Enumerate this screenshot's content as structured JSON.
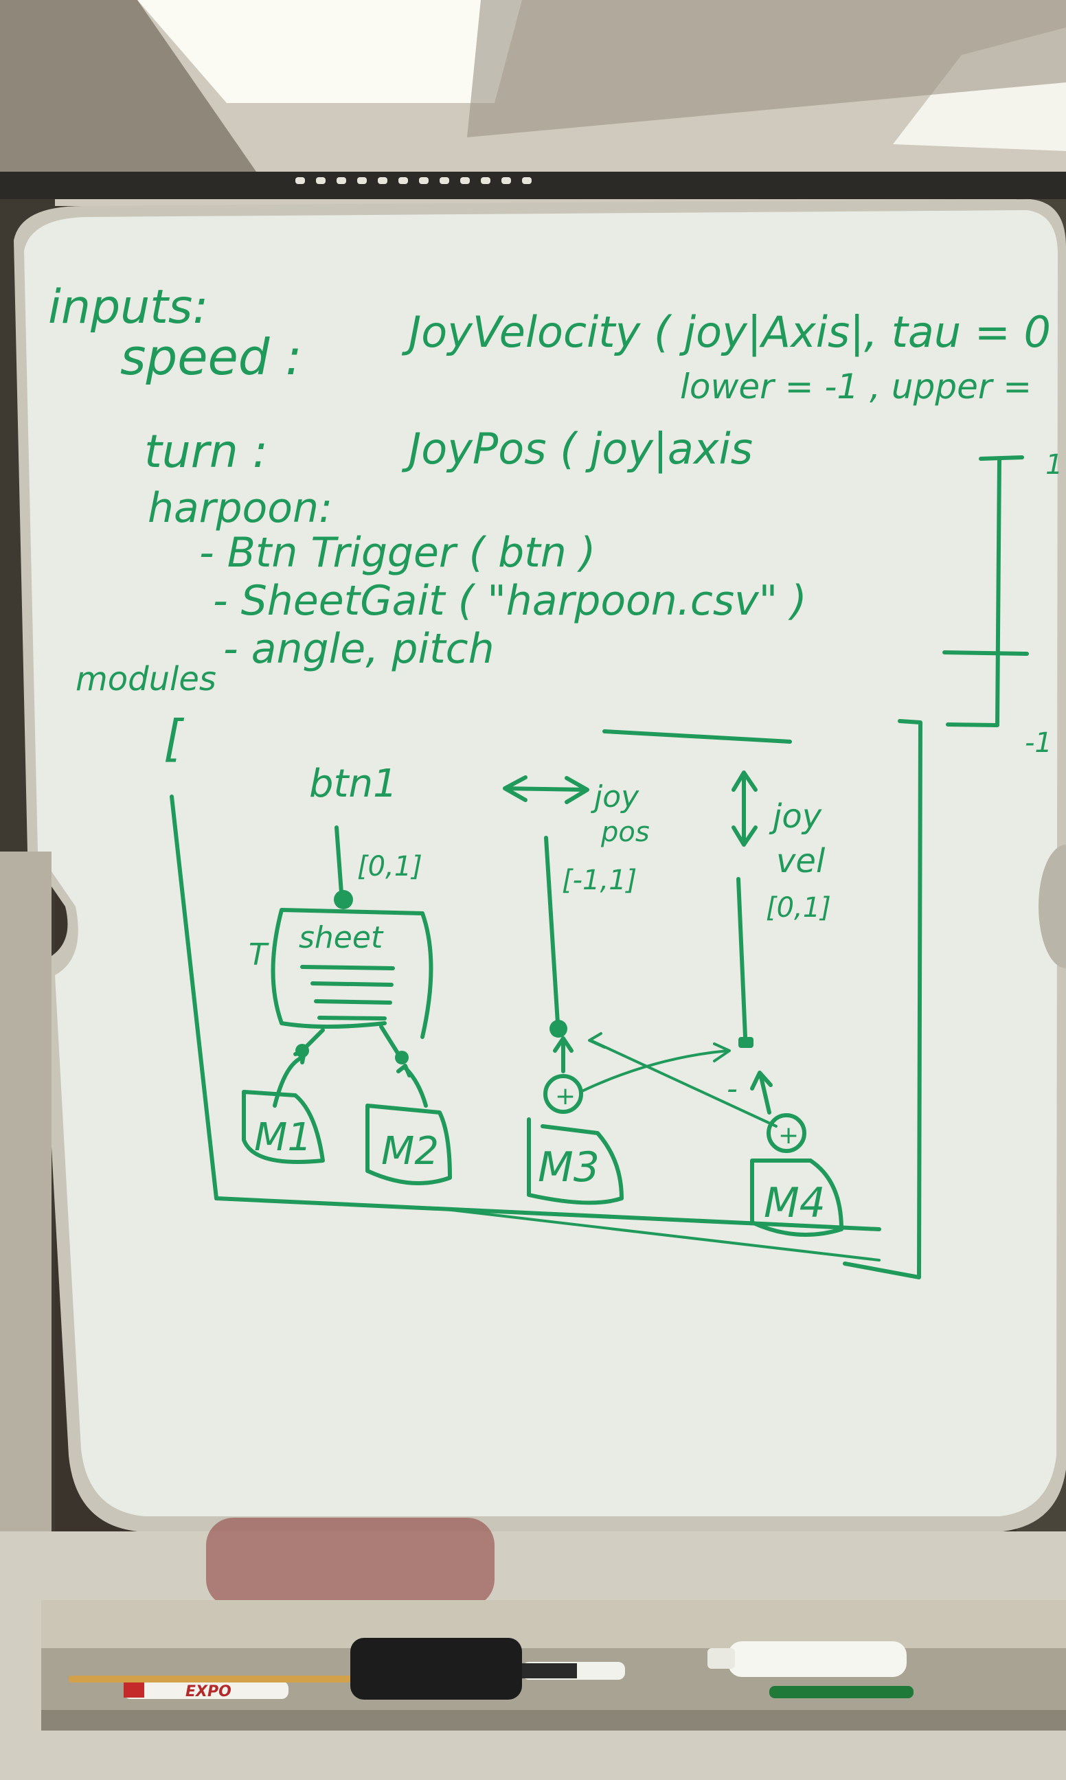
{
  "colors": {
    "marker_ink": "#1f9a5a",
    "board": "#e9ece4",
    "frame": "#bdb9ac",
    "ceiling": "#d8d4c8",
    "light": "#fbfbf4"
  },
  "board": {
    "inputs_heading": "inputs:",
    "speed_label": "speed :",
    "speed_value": "JoyVelocity ( joy|Axis|, tau = 0",
    "speed_bounds": "lower = -1 , upper =",
    "turn_label": "turn :",
    "turn_value": "JoyPos ( joy|axis",
    "harpoon_label": "harpoon:",
    "harpoon_item_1": "- Btn Trigger ( btn )",
    "harpoon_item_2": "- SheetGait ( \"harpoon.csv\" )",
    "harpoon_item_3": "- angle, pitch",
    "modules_label": "modules",
    "modules_bracket": "[",
    "scale_top": "1",
    "scale_bottom": "-1"
  },
  "diagram": {
    "btn_label": "btn1",
    "btn_range": "[0,1]",
    "sheet_label": "sheet",
    "sheet_side_label": "T",
    "joy_pos_label_1": "joy",
    "joy_pos_label_2": "pos",
    "joy_pos_range": "[-1,1]",
    "joy_vel_label_1": "joy",
    "joy_vel_label_2": "vel",
    "joy_vel_range": "[0,1]",
    "m1": "M1",
    "m2": "M2",
    "m3": "M3",
    "m4": "M4",
    "plus_symbol": "+",
    "minus_symbol": "-"
  },
  "tray": {
    "marker_brand": "EXPO"
  }
}
